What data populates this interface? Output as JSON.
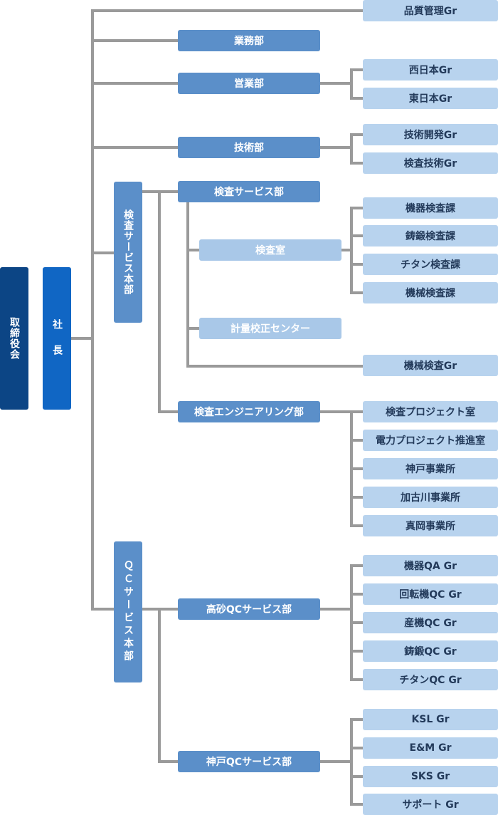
{
  "colors": {
    "line": "#9a9a9a",
    "exec": "#0c4585",
    "president": "#1066c4",
    "department": "#5b8fc9",
    "room": "#a9c8e8",
    "group": "#b8d3ee"
  },
  "org": {
    "board": "取締役会",
    "president": "社　長",
    "quality_mgmt": "品質管理Gr",
    "gyomu": "業務部",
    "eigyo": {
      "name": "営業部",
      "groups": [
        "西日本Gr",
        "東日本Gr"
      ]
    },
    "gijutsu": {
      "name": "技術部",
      "groups": [
        "技術開発Gr",
        "検査技術Gr"
      ]
    },
    "inspection_hq": {
      "name": "検査サービス本部",
      "service_dept": {
        "name": "検査サービス部",
        "inspection_room": {
          "name": "検査室",
          "sections": [
            "機器検査課",
            "鋳鍛検査課",
            "チタン検査課",
            "機械検査課"
          ]
        },
        "calibration_center": "計量校正センター",
        "machine_group": "機械検査Gr"
      },
      "engineering_dept": {
        "name": "検査エンジニアリング部",
        "units": [
          "検査プロジェクト室",
          "電力プロジェクト推進室",
          "神戸事業所",
          "加古川事業所",
          "真岡事業所"
        ]
      }
    },
    "qc_hq": {
      "name": "ＱＣサービス本部",
      "takasago": {
        "name": "高砂QCサービス部",
        "groups": [
          "機器QA Gr",
          "回転機QC Gr",
          "産機QC Gr",
          "鋳鍛QC Gr",
          "チタンQC Gr"
        ]
      },
      "kobe": {
        "name": "神戸QCサービス部",
        "groups": [
          "KSL Gr",
          "E&M Gr",
          "SKS Gr",
          "サポート Gr"
        ]
      }
    }
  }
}
